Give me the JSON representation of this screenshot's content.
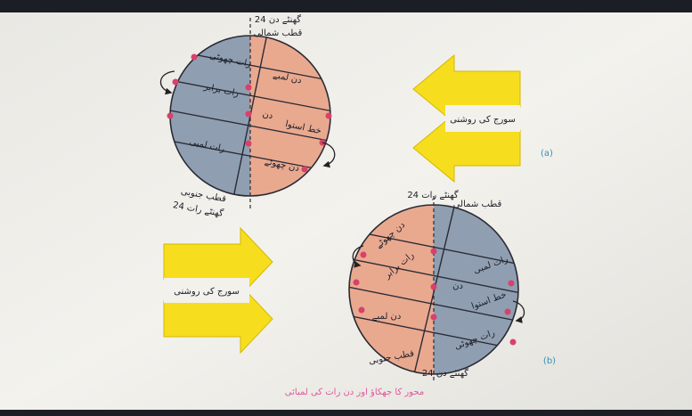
{
  "figure_a": {
    "tag": "(a)",
    "north_pole": "قطب شمالی",
    "north_hours": "24 گھنٹے دن",
    "south_pole": "قطب جنوبی",
    "south_hours": "24 گھنٹے رات",
    "night_short": "رات چھوٹی",
    "night_equal": "رات برابر",
    "night_long": "رات لمبی",
    "day_long": "دن لمبے",
    "day": "دن",
    "equator": "خط استوا",
    "day_short": "دن چھوٹے",
    "sunlight": "سورج کی روشنی"
  },
  "figure_b": {
    "tag": "(b)",
    "north_pole": "قطب شمالی",
    "north_hours": "24 گھنٹے رات",
    "south_pole": "قطب جنوبی",
    "south_hours": "24 گھنٹے دن",
    "day_short": "دن چھوٹے",
    "day_equal": "رات برابر",
    "day_long": "دن لمبے",
    "night_long": "رات لمبی",
    "night": "دن",
    "equator": "خط استوا",
    "night_short": "رات چھوٹی",
    "sunlight": "سورج کی روشنی"
  },
  "caption": "محور کا جھکاؤ اور دن رات کی لمبائی",
  "colors": {
    "page": "#f2f1ec",
    "day": "#e9a98f",
    "night": "#8f9fb1",
    "arrow": "#f6de1e",
    "point": "#d9406b",
    "caption": "#e0579c",
    "tag": "#3a8fb3"
  }
}
